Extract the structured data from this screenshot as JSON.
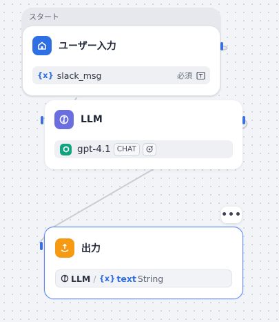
{
  "start_group": {
    "label": "スタート"
  },
  "user_input_node": {
    "title": "ユーザー入力",
    "field": {
      "var_tag": "{x}",
      "name": "slack_msg",
      "required": "必須"
    }
  },
  "llm_node": {
    "title": "LLM",
    "model": "gpt-4.1",
    "mode": "CHAT"
  },
  "output_node": {
    "title": "出力",
    "ref": {
      "source": "LLM",
      "separator": "/",
      "var_tag": "{x}",
      "var": "text",
      "type": "String"
    }
  },
  "more_button": {
    "label": "•••"
  },
  "colors": {
    "start_icon": "#2f6fe4",
    "llm_icon": "#6a6fe0",
    "output_icon": "#f59a12",
    "openai": "#10a37f",
    "selected_border": "#5b87f0",
    "var_tag": "#2f6fe4"
  }
}
